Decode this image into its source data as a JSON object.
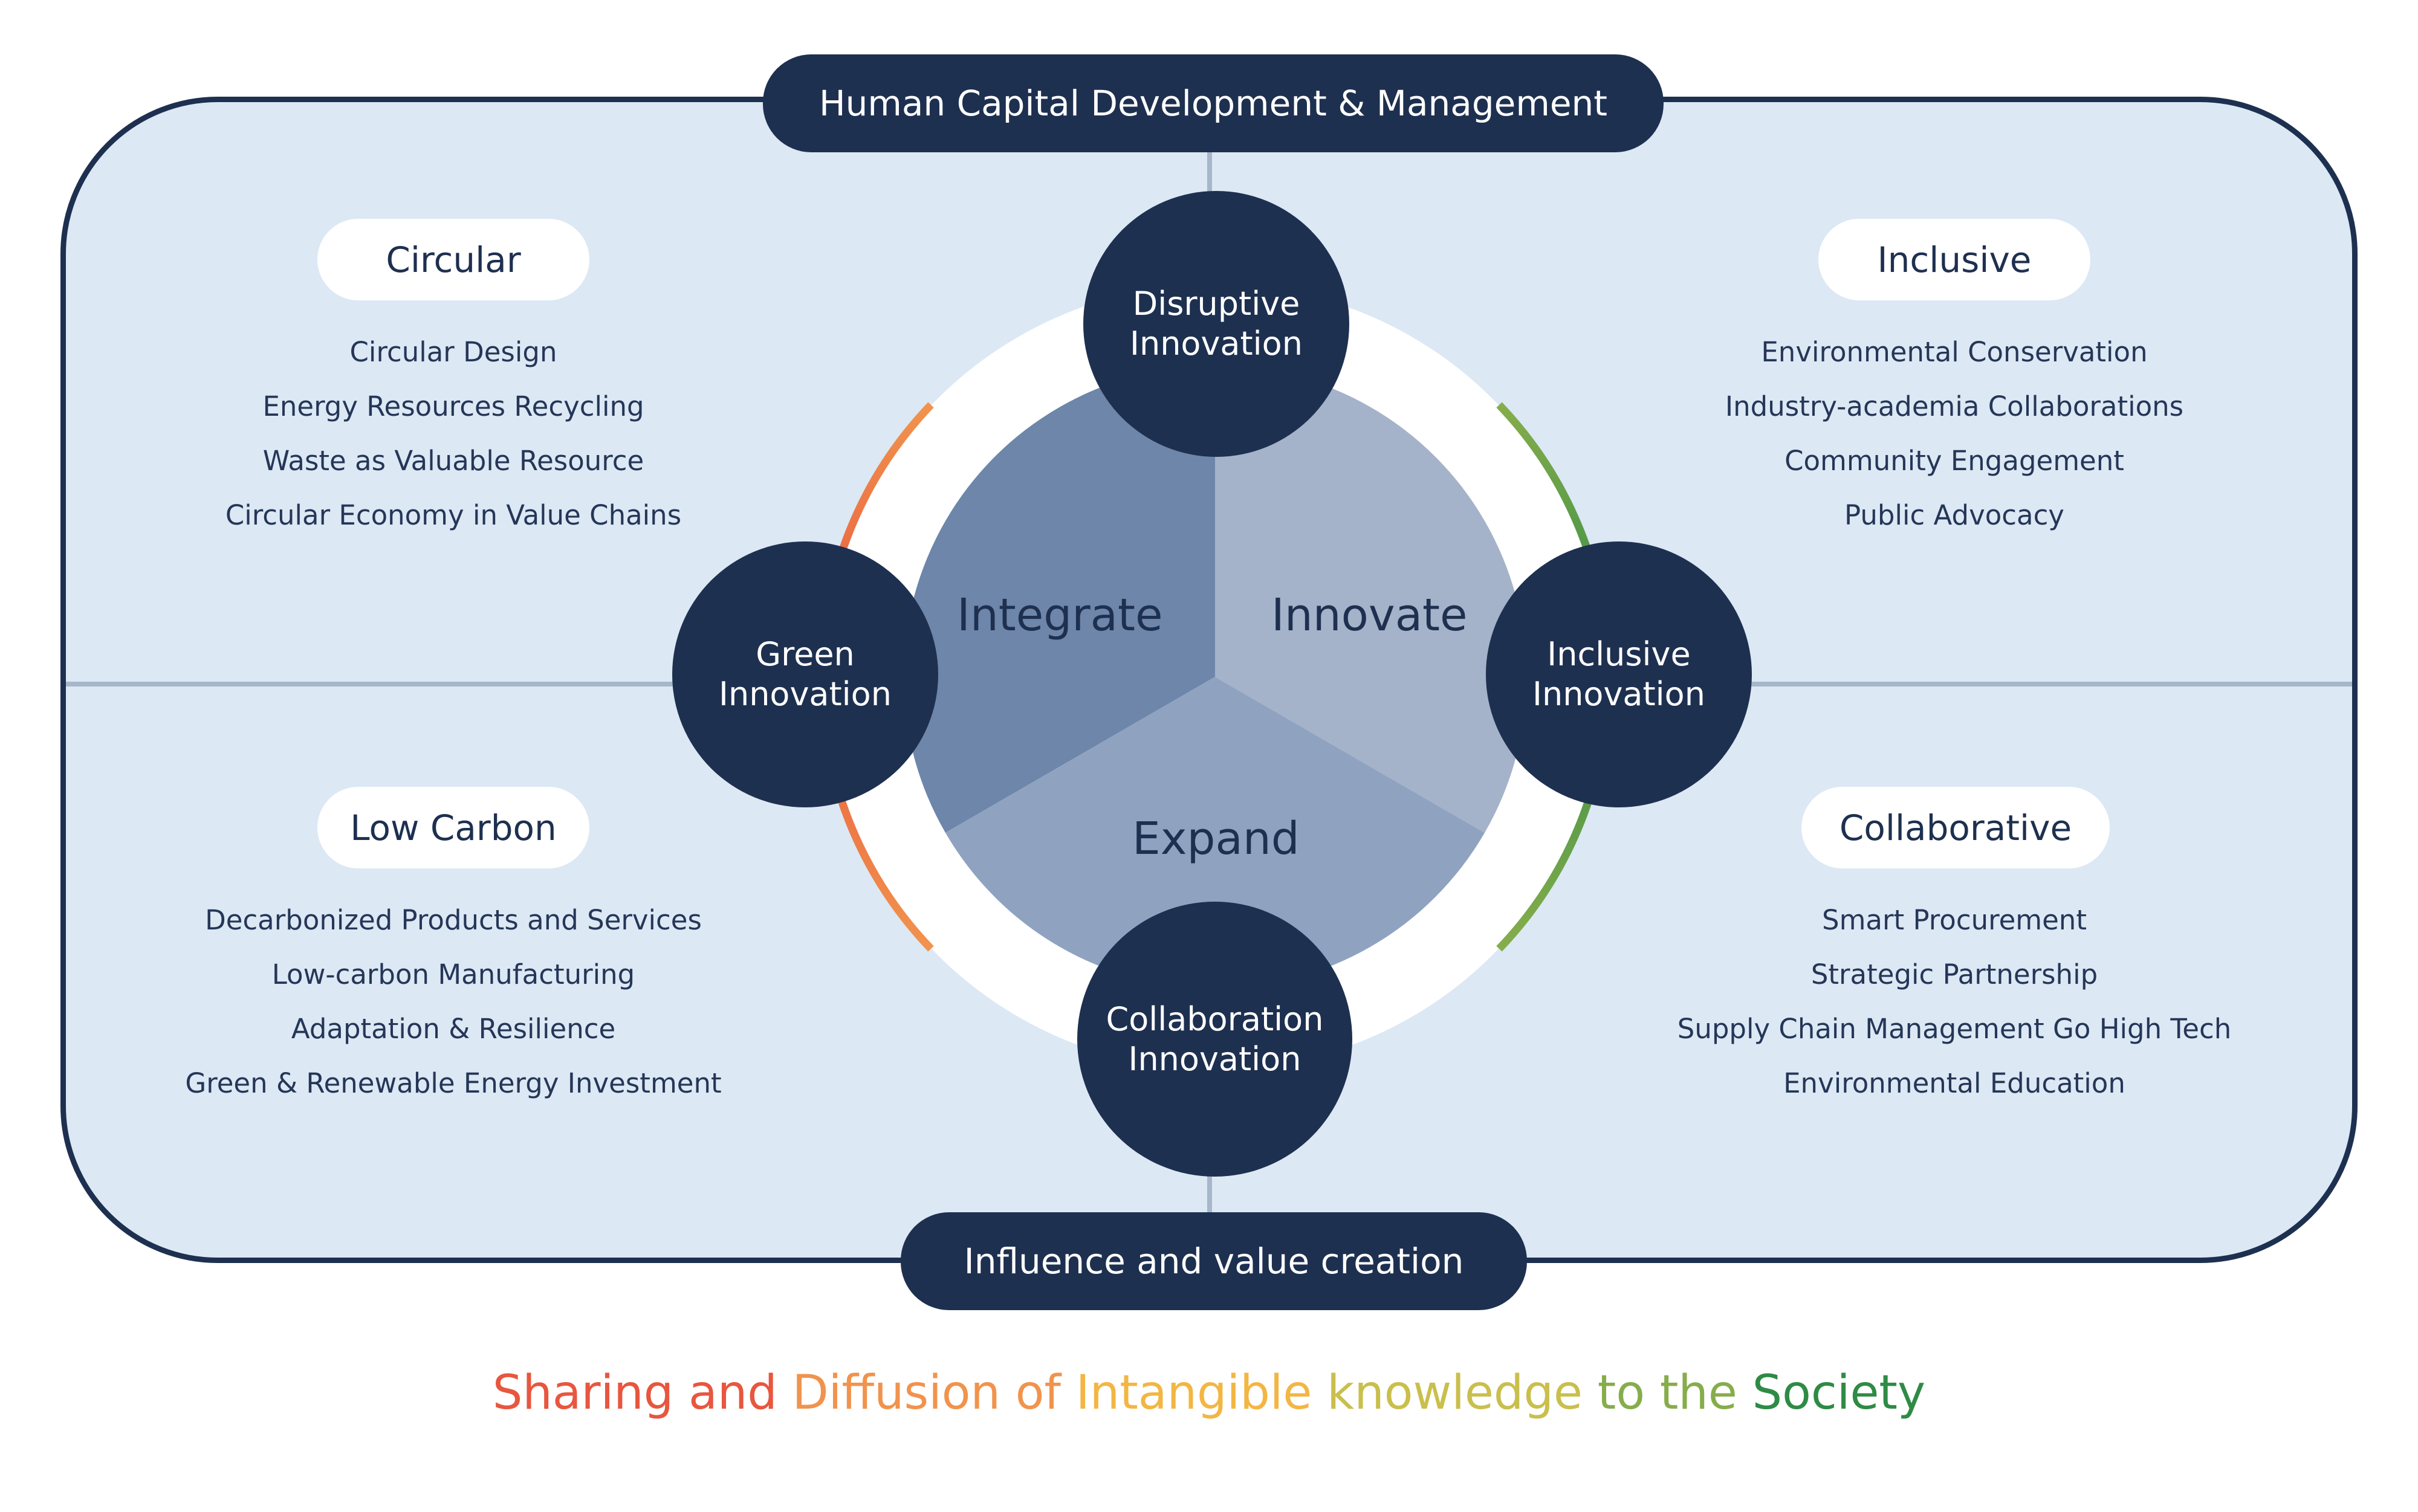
{
  "top_banner": "Human Capital Development & Management",
  "bottom_banner": "Influence and value creation",
  "center": {
    "integrate": "Integrate",
    "innovate": "Innovate",
    "expand": "Expand"
  },
  "nodes": {
    "disruptive": [
      "Disruptive",
      "Innovation"
    ],
    "green": [
      "Green",
      "Innovation"
    ],
    "inclusive": [
      "Inclusive",
      "Innovation"
    ],
    "collaboration": [
      "Collaboration",
      "Innovation"
    ]
  },
  "quadrants": {
    "circular": {
      "title": "Circular",
      "items": [
        "Circular Design",
        "Energy Resources Recycling",
        "Waste as Valuable Resource",
        "Circular Economy in Value Chains"
      ]
    },
    "inclusive": {
      "title": "Inclusive",
      "items": [
        "Environmental Conservation",
        "Industry-academia Collaborations",
        "Community Engagement",
        "Public Advocacy"
      ]
    },
    "low_carbon": {
      "title": "Low Carbon",
      "items": [
        "Decarbonized Products and Services",
        "Low-carbon Manufacturing",
        "Adaptation & Resilience",
        "Green & Renewable Energy Investment"
      ]
    },
    "collaborative": {
      "title": "Collaborative",
      "items": [
        "Smart Procurement",
        "Strategic Partnership",
        "Supply Chain Management Go High Tech",
        "Environmental Education"
      ]
    }
  },
  "footer": {
    "part1": "Sharing and",
    "part2": "Diffusion of",
    "part3": "Intangible",
    "part4": "knowledge",
    "part5": "to the",
    "part6": "Society"
  },
  "colors": {
    "navy": "#1e3050",
    "panel": "#dce8f4",
    "integrate": "#6d86aa",
    "innovate": "#a4b3c9",
    "expand": "#8fa3c1",
    "ring_left_top": "#f1934d",
    "ring_left_bottom": "#e8563f",
    "ring_right_top": "#86ad4b",
    "ring_right_bottom": "#2e8b45"
  }
}
